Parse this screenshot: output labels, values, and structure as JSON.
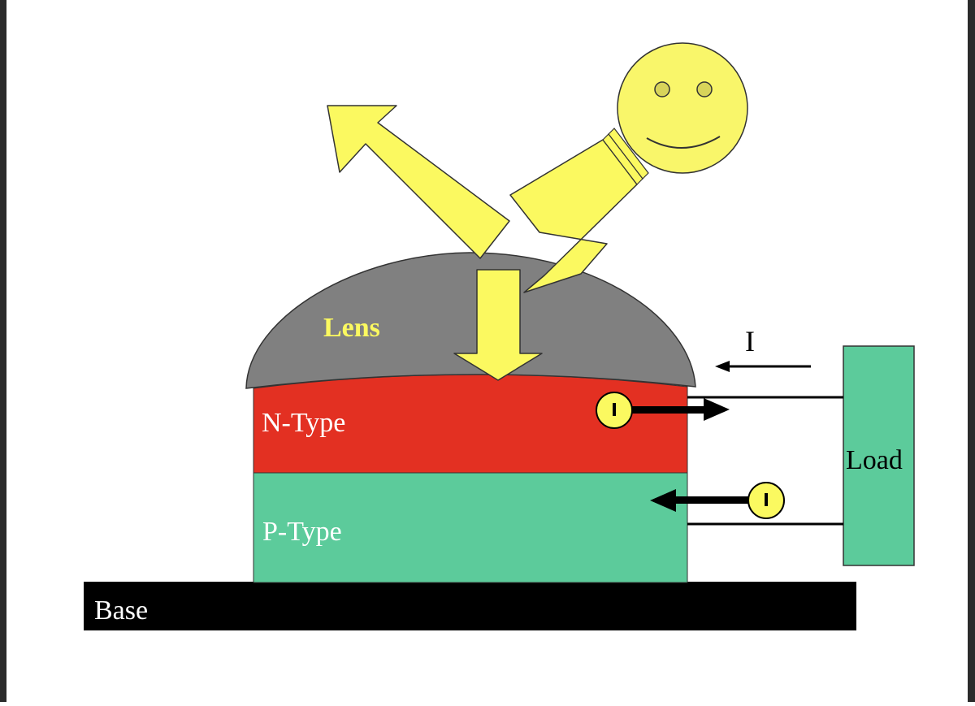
{
  "labels": {
    "lens": "Lens",
    "n_type": "N-Type",
    "p_type": "P-Type",
    "load": "Load",
    "current": "I",
    "base": "Base",
    "carrier_symbol": "I"
  },
  "colors": {
    "sun": "#f9f66a",
    "arrow_fill": "#fbf960",
    "lens": "#808080",
    "n_type": "#e33022",
    "p_type": "#5ccb9b",
    "load": "#5ccb9b",
    "base": "#000000",
    "frame": "#2b2b2b"
  }
}
